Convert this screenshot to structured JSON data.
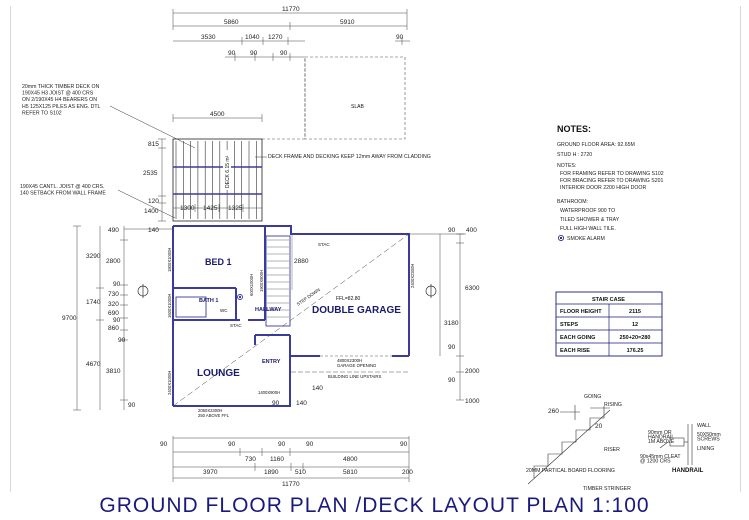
{
  "dimensions": {
    "top_overall": "11770",
    "top_left": "5860",
    "top_right": "5910",
    "top_a": "3530",
    "top_b": "1040",
    "top_c": "1270",
    "top_90_a": "90",
    "top_90_b": "90",
    "top_90_c": "90",
    "top_90_d": "90",
    "deck_width": "4500",
    "deck_side_a": "815",
    "deck_side_b": "2535",
    "deck_side_c": "120",
    "deck_side_d": "1400",
    "deck_bot_a": "1300",
    "deck_bot_b": "1425",
    "deck_bot_c": "1325",
    "left_overall": "9700",
    "left_a": "3290",
    "left_b": "2800",
    "left_c": "1740",
    "left_d": "320",
    "left_e": "730",
    "left_f": "690",
    "left_g": "860",
    "left_h": "4670",
    "left_i": "3810",
    "left_j": "490",
    "left_k": "140",
    "left_l": "90",
    "left_m": "90",
    "left_n": "90",
    "left_o": "90",
    "right_a": "90",
    "right_b": "400",
    "right_c": "6300",
    "right_d": "3180",
    "right_e": "90",
    "right_f": "2000",
    "right_g": "90",
    "right_h": "1000",
    "bot_overall": "11770",
    "bot_a": "3970",
    "bot_b": "1890",
    "bot_c": "510",
    "bot_d": "5810",
    "bot_e": "200",
    "bot_f": "730",
    "bot_g": "1160",
    "bot_h": "4800",
    "bot_90_a": "90",
    "bot_90_b": "90",
    "bot_90_c": "90",
    "bot_90_d": "90",
    "bot_90_e": "90",
    "garage_height": "2880",
    "near_entry_a": "140",
    "near_entry_b": "140",
    "near_entry_c": "90",
    "stair_260": "260",
    "stair_20": "20"
  },
  "labels": {
    "slab": "SLAB",
    "deck_note": "20mm THICK TIMBER DECK ON\n190X45 H3 JOIST @ 400 CRS\nON 2/190X45 H4 BEARERS ON\nH5 125X125 PILES AS ENG. DTL\nREFER TO S102",
    "cantilever_note": "190X45 CANTL. JOIST @ 400 CRS.\n140 SETBACK FROM WALL FRAME",
    "deck_frame_note": "DECK FRAME AND DECKING KEEP 12mm AWAY FROM CLADDING",
    "deck_area": "DECK 6.15 m²",
    "bed1": "BED 1",
    "bath1": "BATH 1",
    "hallway": "HALLWAY",
    "double_garage": "DOUBLE GARAGE",
    "lounge": "LOUNGE",
    "entry": "ENTRY",
    "ffl": "FFL=82.80",
    "stac1": "STAC",
    "stac2": "STAC",
    "step_down": "STEP DOWN",
    "garage_door": "4800X2300H\nGARAGE OPENING",
    "building_line": "BUILDING LINE UPSTAIRS",
    "window_bed_a": "1800X1000H",
    "window_bed_b": "1600X1000H",
    "window_lounge_side": "2400X1000H",
    "window_lounge_bot": "2050X2300H\n250 ABOVE FFL",
    "window_garage_r": "2400X2300H",
    "window_entry": "1400X900H",
    "window_hall": "1900X900H",
    "window_ba": "600X1000H",
    "wc": "WC",
    "handrail": "HANDRAIL",
    "going": "GOING",
    "rising": "RISING",
    "riser": "RISER",
    "nosing_note": "20MM PARTICAL BOARD FLOORING",
    "timber_stringer": "TIMBER STRINGER",
    "wall": "WALL",
    "handrail_detail": "90mm OR\nHANDRAIL\n1M ABOVE",
    "cleat": "90x45mm CLEAT\n@ 1200 CRS",
    "screws": "50X50mm\nSCREWS",
    "lining": "LINING"
  },
  "notes": {
    "heading": "NOTES:",
    "area": "GROUND FLOOR AREA: 92.65M",
    "stud": "STUD H : 2720",
    "notes_label": "NOTES:",
    "n1": "FOR FRAMING REFER TO DRAWING S102",
    "n2": "FOR BRACING REFER TO DRAWING S201",
    "n3": "INTERIOR DOOR 2200 HIGH DOOR",
    "bathroom_label": "BATHROOM:",
    "b1": "WATERPROOF 900 TO",
    "b2": "TILED SHOWER & TRAY",
    "b3": "FULL HIGH WALL TILE.",
    "smoke": "SMOKE ALARM"
  },
  "stair_table": {
    "title": "STAIR CASE",
    "rows": [
      {
        "label": "FLOOR HEIGHT",
        "value": "2115"
      },
      {
        "label": "STEPS",
        "value": "12"
      },
      {
        "label": "EACH GOING",
        "value": "250+20=280"
      },
      {
        "label": "EACH RISE",
        "value": "176.25"
      }
    ]
  },
  "title": "GROUND FLOOR PLAN /DECK LAYOUT PLAN 1:100",
  "colors": {
    "wall": "#3b3b9e",
    "ink": "#222222",
    "title": "#1a1a7e"
  }
}
